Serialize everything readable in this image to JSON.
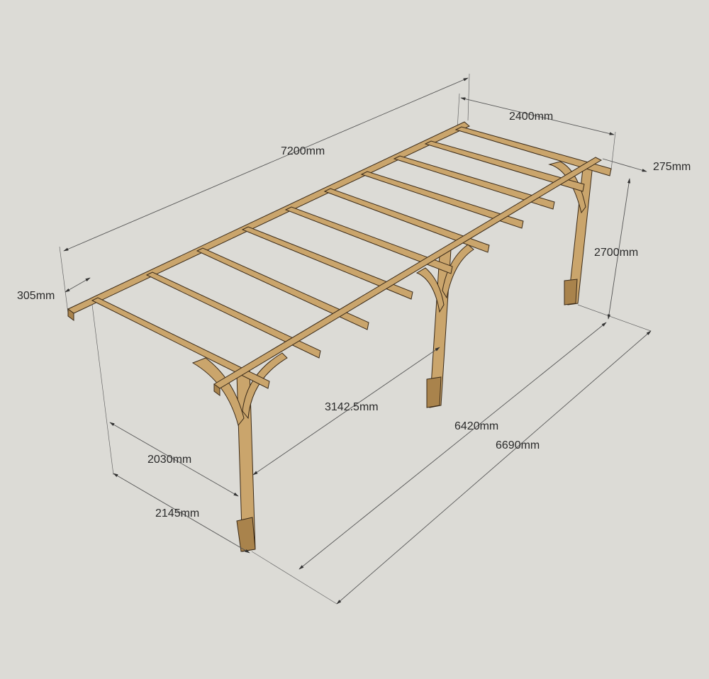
{
  "diagram": {
    "subject": "pergola",
    "colors": {
      "background": "#dcdbd6",
      "wood": "#caa56c",
      "wood_shadow": "#a9834c",
      "dimension_line": "#555555"
    },
    "dimensions": {
      "overall_length": "7200mm",
      "width": "2400mm",
      "side_overhang": "275mm",
      "height": "2700mm",
      "end_overhang": "305mm",
      "post_width_inner": "2030mm",
      "post_width_outer": "2145mm",
      "post_spacing": "3142.5mm",
      "post_length_inner": "6420mm",
      "post_length_outer": "6690mm"
    }
  }
}
